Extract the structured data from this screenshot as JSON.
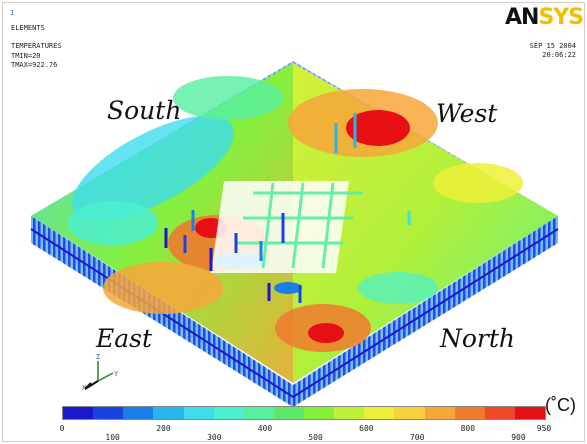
{
  "window": {
    "number": "1"
  },
  "labels": {
    "elements": "ELEMENTS",
    "temperatures": "TEMPERATURES",
    "tmin": "TMIN=20",
    "tmax": "TMAX=922.76",
    "date": "SEP 15 2004",
    "time": "20:06:22"
  },
  "logo": {
    "text_a": "AN",
    "text_b": "SYS"
  },
  "directions": {
    "south": "South",
    "west": "West",
    "east": "East",
    "north": "North"
  },
  "axis_triad": {
    "z": "Z",
    "y": "Y",
    "x": "X"
  },
  "legend": {
    "unit": "(˚C)",
    "colors": [
      "#1a18c8",
      "#1744e0",
      "#1a7ee8",
      "#27b5ec",
      "#3fdcee",
      "#4cefd0",
      "#56efa0",
      "#5ee86a",
      "#86ef3e",
      "#bff03a",
      "#eef038",
      "#f8d23a",
      "#f7a63a",
      "#f07a2e",
      "#ee4828",
      "#e60f14"
    ],
    "upper_ticks": [
      "0",
      "200",
      "400",
      "600",
      "800",
      "950"
    ],
    "lower_ticks": [
      "100",
      "300",
      "500",
      "700",
      "900"
    ]
  },
  "colors": {
    "cold": "#1a18c8",
    "hot": "#e60f14",
    "background": "#ffffff"
  }
}
